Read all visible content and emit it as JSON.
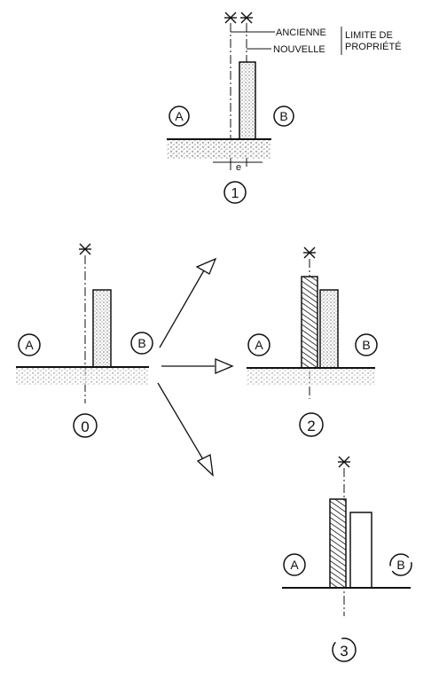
{
  "figure1": {
    "label_ancienne": "ANCIENNE",
    "label_nouvelle": "NOUVELLE",
    "label_limite_line1": "LIMITE DE",
    "label_limite_line2": "PROPRIÉTÉ",
    "dimension": "e",
    "parcel_left": "A",
    "parcel_right": "B",
    "number": "1"
  },
  "figure0": {
    "parcel_left": "A",
    "parcel_right": "B",
    "number": "0"
  },
  "figure2": {
    "parcel_left": "A",
    "parcel_right": "B",
    "number": "2"
  },
  "figure3": {
    "parcel_left": "A",
    "parcel_right": "B",
    "number": "3"
  }
}
